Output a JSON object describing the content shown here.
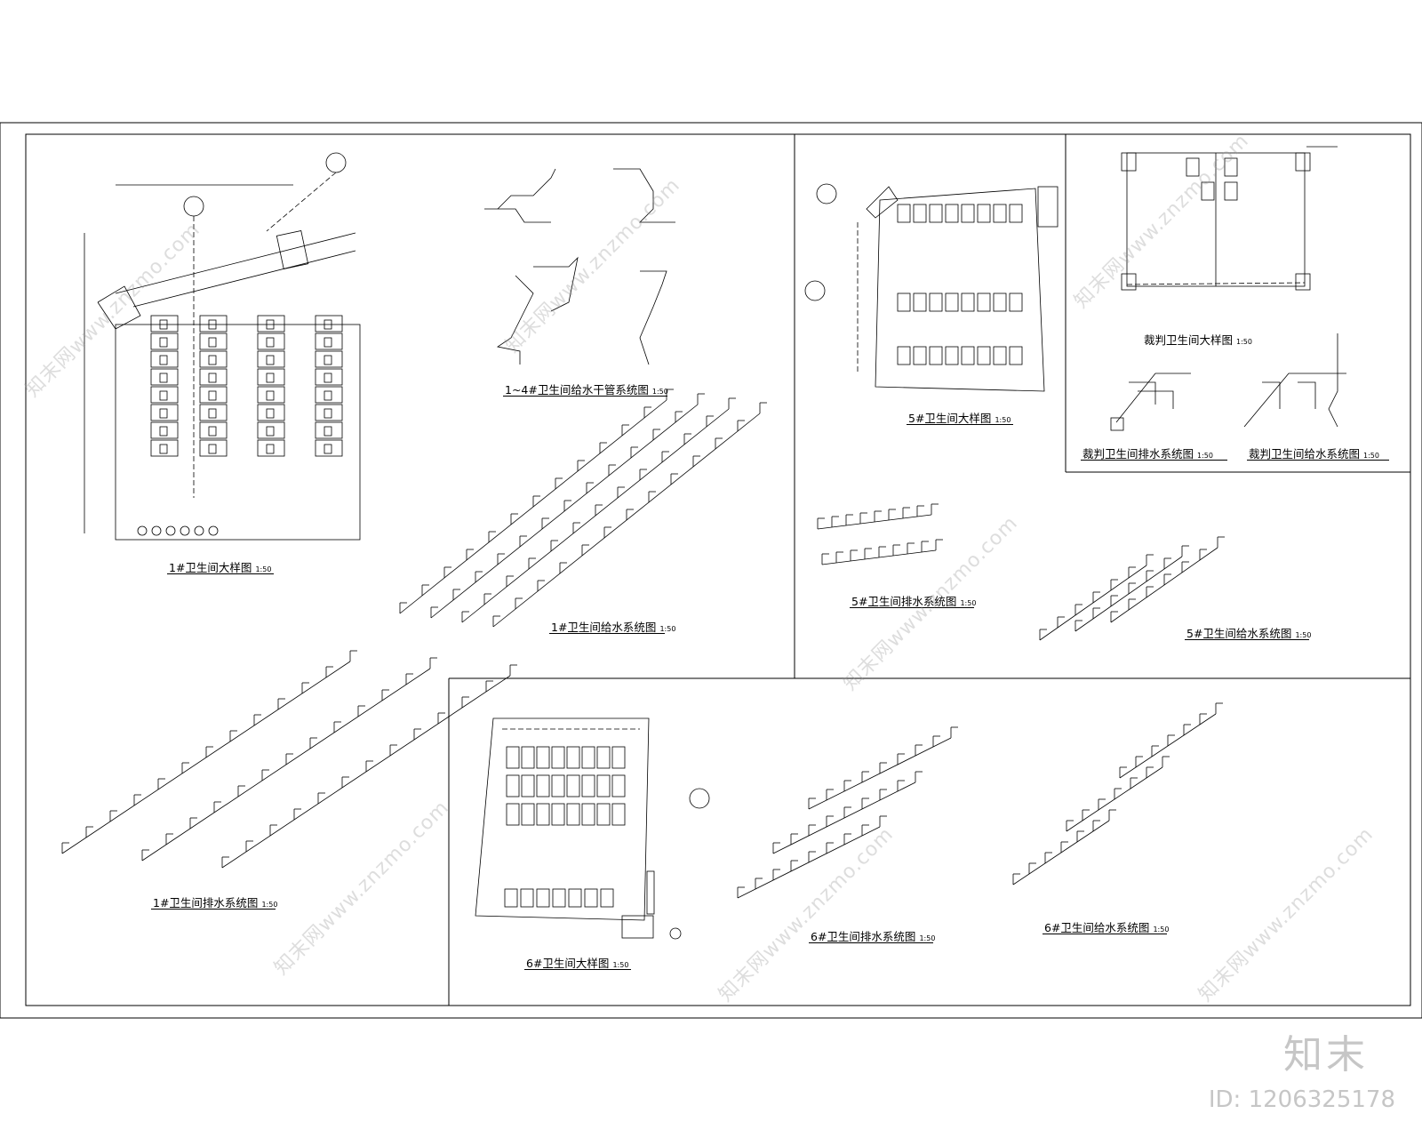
{
  "titles": [
    {
      "text": "1#卫生间大样图",
      "scale": "1:50"
    },
    {
      "text": "1~4#卫生间给水干管系统图",
      "scale": "1:50"
    },
    {
      "text": "1#卫生间给水系统图",
      "scale": "1:50"
    },
    {
      "text": "5#卫生间大样图",
      "scale": "1:50"
    },
    {
      "text": "裁判卫生间大样图",
      "scale": "1:50"
    },
    {
      "text": "裁判卫生间排水系统图",
      "scale": "1:50"
    },
    {
      "text": "裁判卫生间给水系统图",
      "scale": "1:50"
    },
    {
      "text": "5#卫生间排水系统图",
      "scale": "1:50"
    },
    {
      "text": "5#卫生间给水系统图",
      "scale": "1:50"
    },
    {
      "text": "1#卫生间排水系统图",
      "scale": "1:50"
    },
    {
      "text": "6#卫生间大样图",
      "scale": "1:50"
    },
    {
      "text": "6#卫生间排水系统图",
      "scale": "1:50"
    },
    {
      "text": "6#卫生间给水系统图",
      "scale": "1:50"
    }
  ],
  "watermark": {
    "text": "知末网www.znzmo.com"
  },
  "brand": {
    "logo": "知末",
    "id": "ID: 1206325178"
  },
  "colors": {
    "line": "#000000",
    "watermark": "#bdbdbd"
  }
}
